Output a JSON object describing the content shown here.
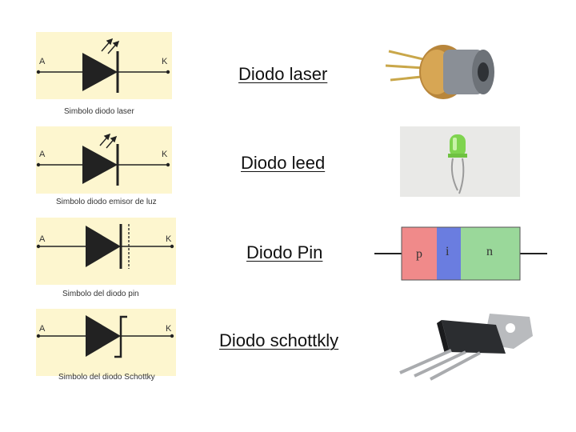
{
  "rows": [
    {
      "label": "Diodo laser",
      "symbol": {
        "anode": "A",
        "cathode": "K",
        "caption": "Simbolo diodo laser"
      }
    },
    {
      "label": "Diodo leed",
      "symbol": {
        "anode": "A",
        "cathode": "K",
        "caption": "Simbolo diodo emisor de luz"
      }
    },
    {
      "label": "Diodo Pin",
      "symbol": {
        "anode": "A",
        "cathode": "K",
        "caption": "Simbolo del diodo pin"
      },
      "pin_regions": {
        "p": "p",
        "i": "i",
        "n": "n"
      }
    },
    {
      "label": "Diodo schottkly",
      "symbol": {
        "anode": "A",
        "cathode": "K",
        "caption": "Simbolo del diodo Schottky"
      }
    }
  ],
  "colors": {
    "symbol_bg": "#fdf6cf",
    "p_region": "#f08a8a",
    "i_region": "#6a7de0",
    "n_region": "#9ad89a"
  }
}
